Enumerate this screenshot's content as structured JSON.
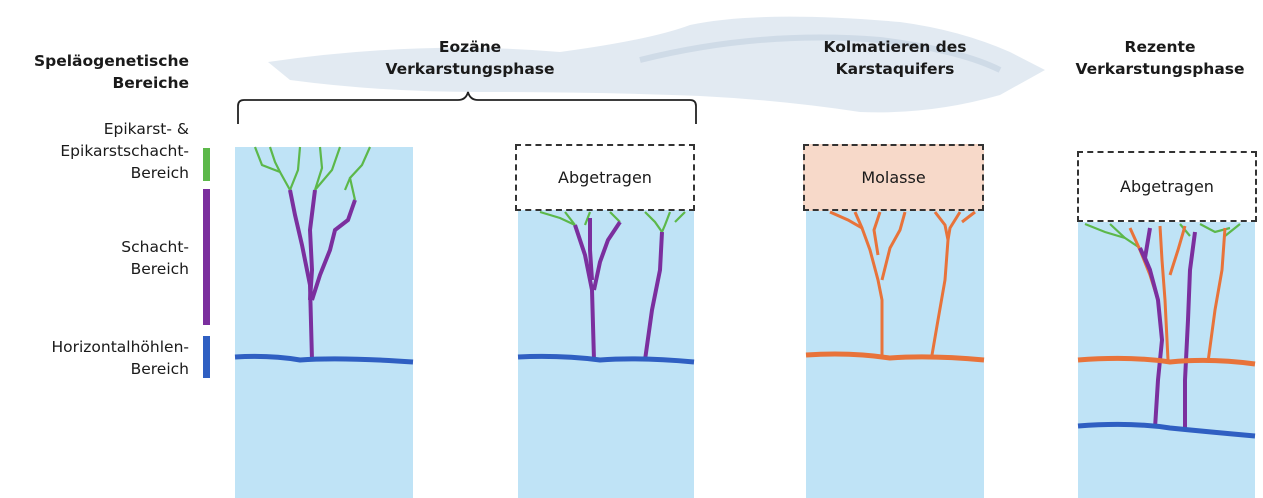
{
  "legend": {
    "heading_line1": "Speläogenetische",
    "heading_line2": "Bereiche",
    "epikarst_line1": "Epikarst- &",
    "epikarst_line2": "Epikarstschacht-",
    "epikarst_line3": "Bereich",
    "schacht_line1": "Schacht-",
    "schacht_line2": "Bereich",
    "horizontal_line1": "Horizontalhöhlen-",
    "horizontal_line2": "Bereich"
  },
  "phases": {
    "eozaen_line1": "Eozäne",
    "eozaen_line2": "Verkarstungsphase",
    "kolmatieren_line1": "Kolmatieren des",
    "kolmatieren_line2": "Karstaquifers",
    "rezent_line1": "Rezente",
    "rezent_line2": "Verkarstungsphase"
  },
  "boxes": {
    "abgetragen_1": "Abgetragen",
    "molasse": "Molasse",
    "abgetragen_2": "Abgetragen"
  },
  "colors": {
    "rock": "#bfe3f6",
    "epikarst": "#5cb84a",
    "schacht": "#7b2f9e",
    "horizontal": "#2f5fc2",
    "sediment": "#e8733a",
    "molasse_fill": "#f7d9c9",
    "arrow": "#dde6f0"
  }
}
